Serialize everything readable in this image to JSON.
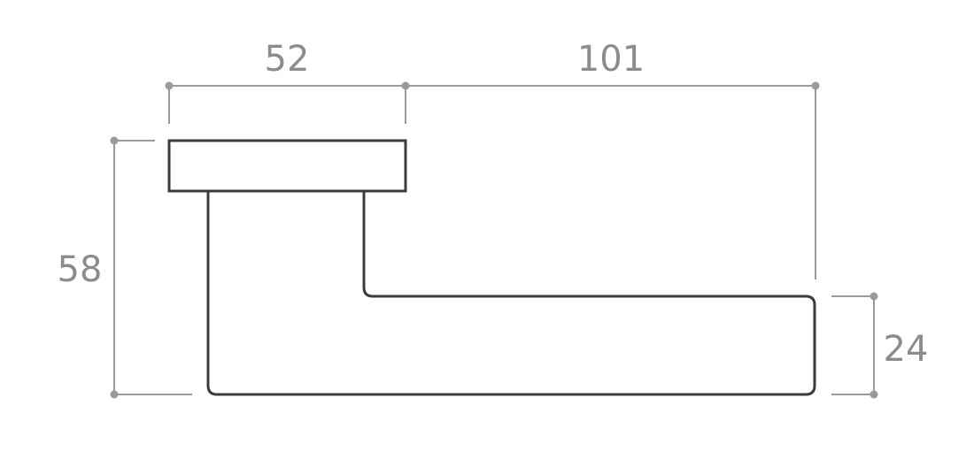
{
  "dimensions": {
    "rose_width": "52",
    "lever_length": "101",
    "total_height": "58",
    "lever_thickness": "24"
  },
  "colors": {
    "dimension": "#9a9a9a",
    "label": "#8c8c8c",
    "outline": "#3c3c3c",
    "background": "#ffffff"
  }
}
